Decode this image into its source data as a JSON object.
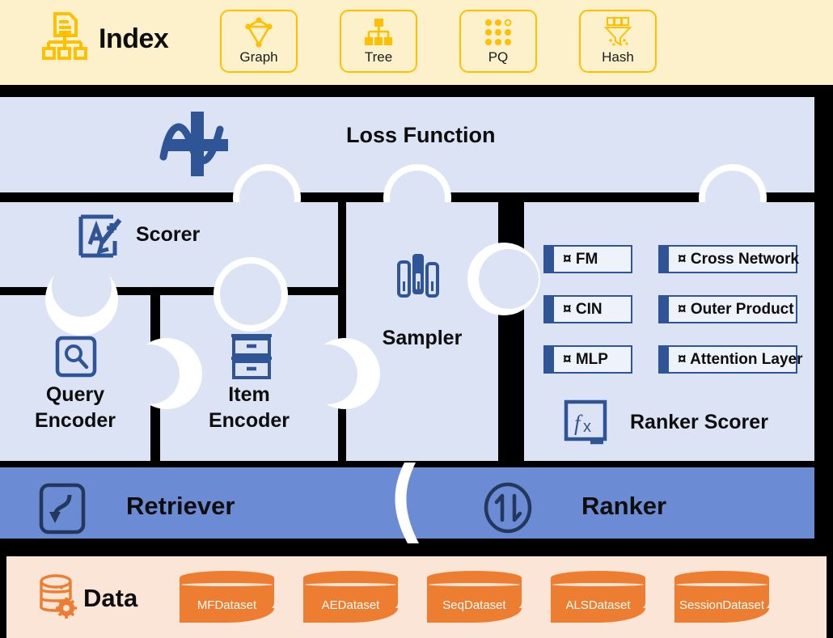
{
  "index": {
    "title": "Index",
    "logo_icon": "index-tree-document-icon",
    "cards": [
      {
        "label": "Graph",
        "icon": "graph-nodes-icon"
      },
      {
        "label": "Tree",
        "icon": "tree-hierarchy-icon"
      },
      {
        "label": "PQ",
        "icon": "dot-grid-icon"
      },
      {
        "label": "Hash",
        "icon": "funnel-hash-icon"
      }
    ]
  },
  "loss": {
    "label": "Loss Function",
    "icon": "plus-wave-icon"
  },
  "modules": {
    "scorer": {
      "label": "Scorer",
      "icon": "a-plus-grade-icon"
    },
    "query_encoder": {
      "line1": "Query",
      "line2": "Encoder",
      "icon": "magnifier-box-icon"
    },
    "item_encoder": {
      "line1": "Item",
      "line2": "Encoder",
      "icon": "archive-box-icon"
    },
    "sampler": {
      "label": "Sampler",
      "icon": "bars-sample-icon"
    }
  },
  "ranker_panel": {
    "column_a": [
      "¤ FM",
      "¤ CIN",
      "¤ MLP"
    ],
    "column_b": [
      "¤ Cross Network",
      "¤ Outer Product",
      "¤ Attention Layer"
    ],
    "scorer_label": "Ranker Scorer",
    "scorer_icon": "fx-function-icon"
  },
  "pipeline": {
    "retriever": {
      "label": "Retriever",
      "icon": "retrieve-arrow-icon"
    },
    "ranker": {
      "label": "Ranker",
      "icon": "sort-updown-circle-icon"
    },
    "band_color": "#6B8CD4"
  },
  "data": {
    "title": "Data",
    "icon": "database-gear-icon",
    "datasets": [
      {
        "label": "MFDataset"
      },
      {
        "label": "AEDataset"
      },
      {
        "label": "SeqDataset"
      },
      {
        "label": "ALSDataset"
      },
      {
        "label": "SessionDataset"
      }
    ],
    "band_color": "#FBE5D6",
    "cylinder_color": "#ED7D31"
  },
  "palette": {
    "index_band": "#FDF1CB",
    "index_accent": "#FFC000",
    "module_fill": "#DCE3F4",
    "icon_blue": "#2F5597",
    "divider": "#000000"
  }
}
